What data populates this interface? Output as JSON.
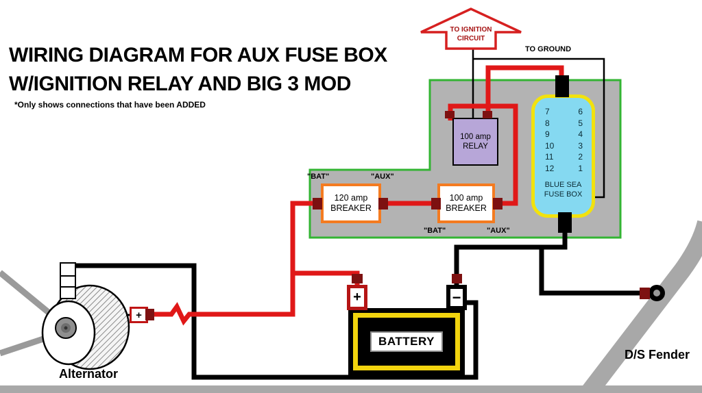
{
  "title": {
    "line1": "WIRING DIAGRAM FOR AUX FUSE BOX",
    "line2": "W/IGNITION RELAY AND BIG 3 MOD",
    "note": "*Only shows connections that have been ADDED"
  },
  "ignition_arrow": {
    "line1": "TO IGNITION",
    "line2": "CIRCUIT"
  },
  "ground_label": "TO GROUND",
  "relay": {
    "line1": "100 amp",
    "line2": "RELAY"
  },
  "breaker_120": {
    "line1": "120 amp",
    "line2": "BREAKER",
    "top_left": "\"BAT\"",
    "top_right": "\"AUX\""
  },
  "breaker_100": {
    "line1": "100 amp",
    "line2": "BREAKER",
    "bottom_left": "\"BAT\"",
    "bottom_right": "\"AUX\""
  },
  "fuse_box": {
    "rows": [
      {
        "left": "7",
        "right": "6"
      },
      {
        "left": "8",
        "right": "5"
      },
      {
        "left": "9",
        "right": "4"
      },
      {
        "left": "10",
        "right": "3"
      },
      {
        "left": "11",
        "right": "2"
      },
      {
        "left": "12",
        "right": "1"
      }
    ],
    "name_line1": "BLUE SEA",
    "name_line2": "FUSE BOX"
  },
  "battery": {
    "label": "BATTERY",
    "positive": "+",
    "negative": "−"
  },
  "alternator": {
    "label": "Alternator",
    "positive": "+"
  },
  "fender_label": "D/S Fender",
  "colors": {
    "wire_red": "#e01818",
    "wire_black": "#000000",
    "terminal_dark_red": "#7d1111",
    "panel_gray": "#b3b3b3",
    "panel_border_green": "#33b433",
    "breaker_border_orange": "#f47b20",
    "relay_purple": "#b7a6d8",
    "fuse_box_cyan": "#85d9f1",
    "fuse_box_border_yellow": "#f2e20e",
    "battery_border_yellow": "#f2d40e",
    "fender_gray": "#a8a8a8"
  }
}
